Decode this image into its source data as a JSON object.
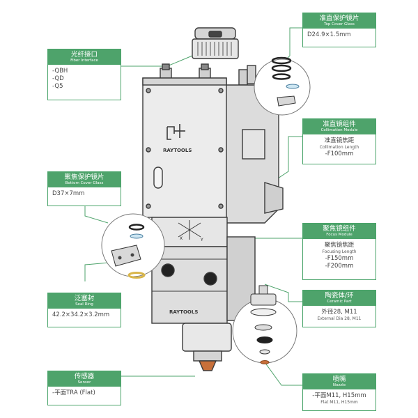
{
  "brand": {
    "logo_text": "RAYTOOLS",
    "front_text": "RAYTOOLS"
  },
  "axes": {
    "x": "X",
    "y": "Y"
  },
  "labels": {
    "fiber": {
      "zh": "光纤接口",
      "en": "Fiber Interface",
      "items": [
        "-QBH",
        "-QD",
        "-Q5"
      ]
    },
    "top_cover": {
      "zh": "准直保护镜片",
      "en": "Top Cover Glass",
      "spec": "D24.9×1.5mm"
    },
    "collimation": {
      "zh": "准直镜组件",
      "en": "Collimation Module",
      "sub_zh": "准直镜焦距",
      "sub_en": "Collimation Length",
      "value": "-F100mm"
    },
    "bottom_cover": {
      "zh": "聚焦保护镜片",
      "en": "Bottom Cover Glass",
      "spec": "D37×7mm"
    },
    "focus": {
      "zh": "聚焦镜组件",
      "en": "Focus Module",
      "sub_zh": "聚焦镜焦距",
      "sub_en": "Focusing Length",
      "values": [
        "-F150mm",
        "-F200mm"
      ]
    },
    "seal": {
      "zh": "泛塞封",
      "en": "Seal Ring",
      "spec": "42.2×34.2×3.2mm"
    },
    "ceramic": {
      "zh": "陶瓷体/环",
      "en": "Ceramic Part",
      "spec_zh": "外径28, M11",
      "spec_en": "External Dia 28, M11"
    },
    "sensor": {
      "zh": "传感器",
      "en": "Sensor",
      "value": "-平面TRA (Flat)"
    },
    "nozzle": {
      "zh": "喷嘴",
      "en": "Nozzle",
      "value_zh": "-平面M11, H15mm",
      "value_en": "Flat M11, H15mm"
    }
  },
  "colors": {
    "accent": "#4ea36b",
    "body": "#e2e2e2",
    "body_dark": "#b9b9b9",
    "outline": "#3a3a3a",
    "seal": "#d9b64a",
    "nozzle": "#c8703a"
  }
}
